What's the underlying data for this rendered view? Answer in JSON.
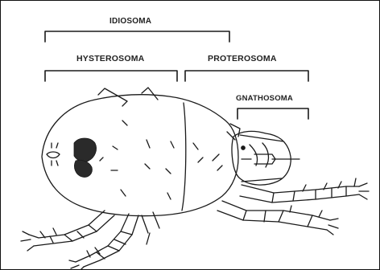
{
  "labels": {
    "idiosoma": "IDIOSOMA",
    "hysterosoma": "HYSTEROSOMA",
    "proterosoma": "PROTEROSOMA",
    "gnathosoma": "GNATHOSOMA"
  },
  "colors": {
    "ink": "#1a1a1a",
    "background": "#ffffff",
    "border": "#111111"
  }
}
